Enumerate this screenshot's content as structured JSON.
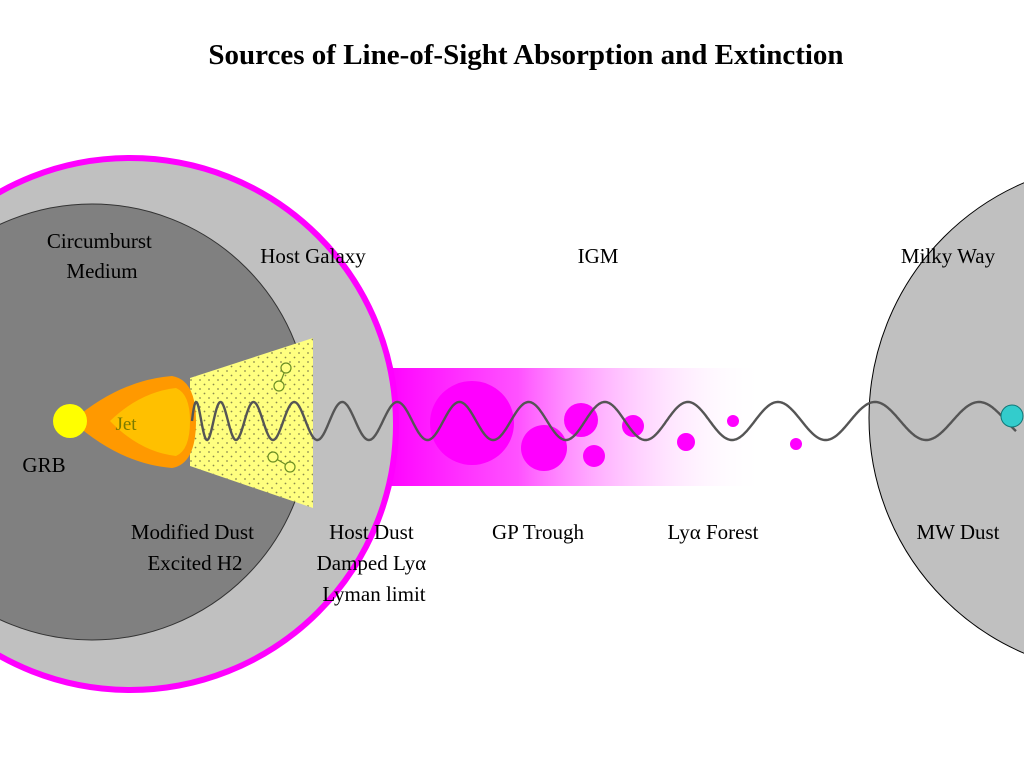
{
  "title": "Sources of Line-of-Sight Absorption and Extinction",
  "labels": {
    "circumburst": [
      "Circumburst",
      "Medium"
    ],
    "host_galaxy": "Host Galaxy",
    "igm": "IGM",
    "milky_way": "Milky Way",
    "grb": "GRB",
    "jet": "Jet",
    "modified_dust": [
      "Modified Dust",
      "Excited H2"
    ],
    "host_dust": [
      "Host Dust",
      "Damped Lyα",
      "Lyman limit"
    ],
    "gp_trough": "GP Trough",
    "lya_forest": "Lyα Forest",
    "mw_dust": "MW Dust"
  },
  "colors": {
    "magenta": "#ff00ff",
    "host_gray": "#c0c0c0",
    "circumburst_gray": "#808080",
    "grb_yellow": "#ffff00",
    "jet_orange": "#ff9900",
    "jet_inner": "#ffc000",
    "cone_yellow": "#ffff80",
    "wave": "#555555",
    "observer": "#33cccc"
  }
}
